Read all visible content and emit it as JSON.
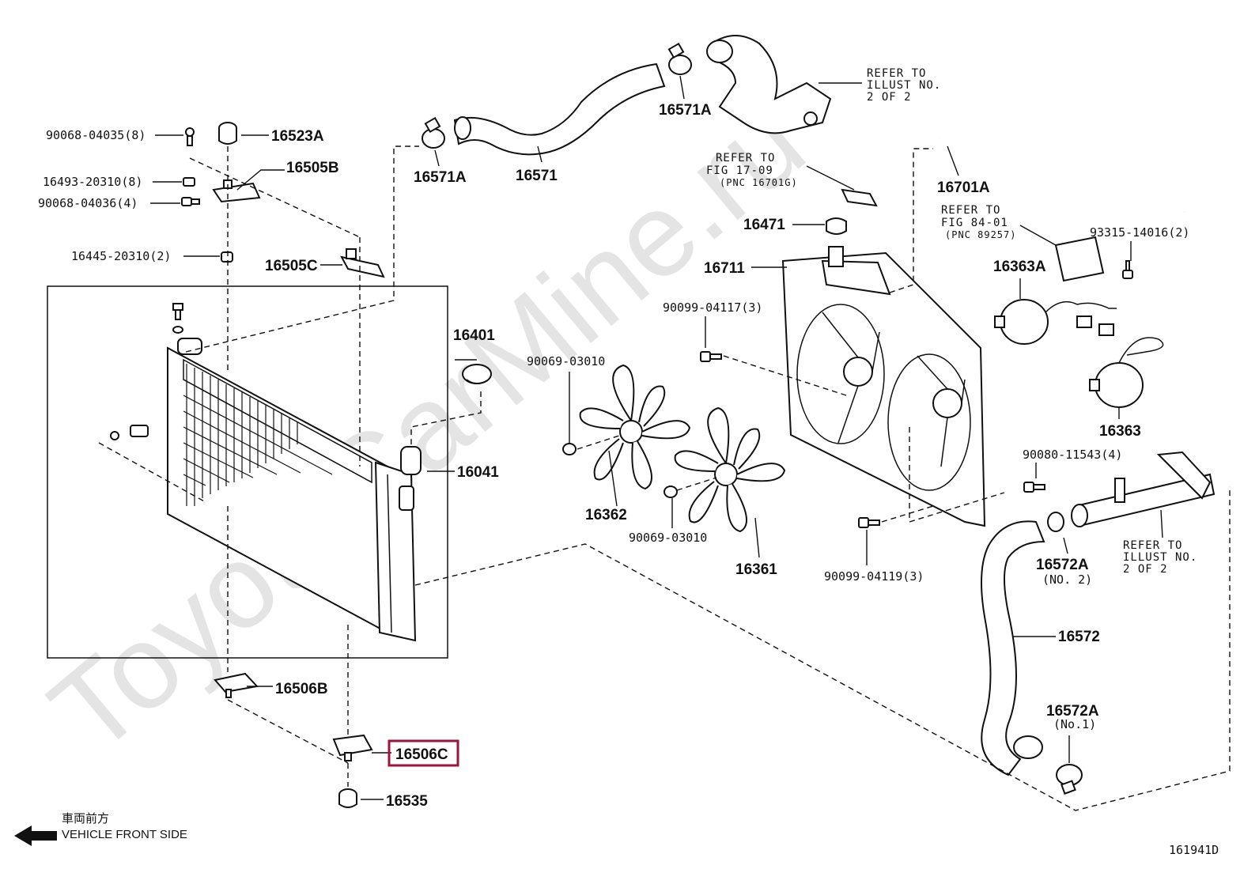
{
  "watermark": "ToyotaCarMine.ru",
  "diagram_id": "161941D",
  "front": {
    "jp": "車両前方",
    "en": "VEHICLE FRONT SIDE"
  },
  "notes": {
    "refer_illust_top": [
      "REFER TO",
      "ILLUST NO.",
      "2 OF 2"
    ],
    "refer_fig_17": [
      "REFER TO",
      "FIG 17-09",
      "(PNC 16701G)"
    ],
    "refer_fig_84": [
      "REFER TO",
      "FIG 84-01",
      "(PNC 89257)"
    ],
    "refer_illust_bottom": [
      "REFER TO",
      "ILLUST NO.",
      "2 OF 2"
    ]
  },
  "labels": {
    "p90068_04035": "90068-04035(8)",
    "p16523A": "16523A",
    "p16493": "16493-20310(8)",
    "p16505B": "16505B",
    "p90068_04036": "90068-04036(4)",
    "p16445": "16445-20310(2)",
    "p16505C": "16505C",
    "p16571A_left": "16571A",
    "p16571": "16571",
    "p16571A_right": "16571A",
    "p16401": "16401",
    "p16041": "16041",
    "p90069_03010_top": "90069-03010",
    "p16362": "16362",
    "p90069_03010_bot": "90069-03010",
    "p16361": "16361",
    "p16471": "16471",
    "p16711": "16711",
    "p90099_04117": "90099-04117(3)",
    "p16701A": "16701A",
    "p93315": "93315-14016(2)",
    "p16363A": "16363A",
    "p16363": "16363",
    "p90080": "90080-11543(4)",
    "p90099_04119": "90099-04119(3)",
    "p16572A_no2": "16572A",
    "p16572A_no2_sub": "(NO. 2)",
    "p16572": "16572",
    "p16572A_no1": "16572A",
    "p16572A_no1_sub": "(No.1)",
    "p16506B": "16506B",
    "p16506C": "16506C",
    "p16535": "16535"
  }
}
